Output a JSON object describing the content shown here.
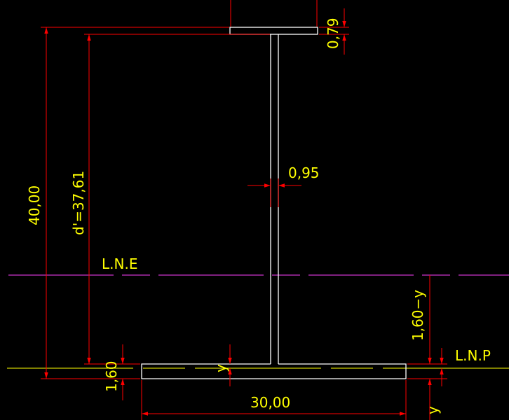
{
  "colors": {
    "background": "#000000",
    "section": "#ffffff",
    "dimension": "#ff0000",
    "text": "#ffff00",
    "neutral_axis_elastic": "#cc33cc",
    "neutral_axis_plastic": "#ffff00"
  },
  "labels": {
    "height": "40,00",
    "clear_height": "d'=37,61",
    "web_thickness": "0,95",
    "top_flange_thickness": "0,79",
    "bottom_flange_thickness": "1,60",
    "bottom_flange_width": "30,00",
    "lne": "L.N.E",
    "lnp": "L.N.P",
    "upper_part": "1,60−y",
    "y_left": "y",
    "y_right": "y"
  }
}
